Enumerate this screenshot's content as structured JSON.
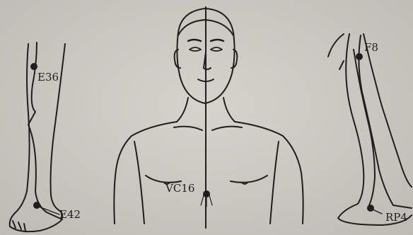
{
  "points": {
    "E36": "E36",
    "E42": "E42",
    "VC16": "VC16",
    "F8": "F8",
    "RP4": "RP4"
  },
  "colors": {
    "ink": "#1e1e1e",
    "paper": "#c9c6c0"
  }
}
